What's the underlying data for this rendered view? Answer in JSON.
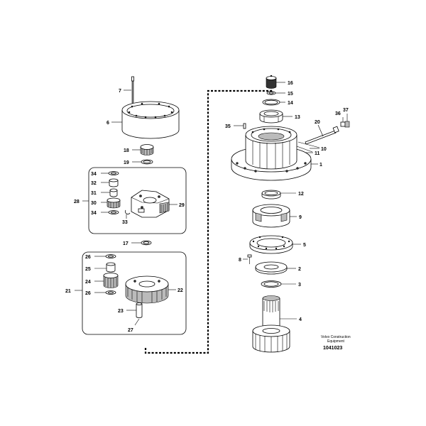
{
  "labels": {
    "p1": "1",
    "p2": "2",
    "p3": "3",
    "p4": "4",
    "p5": "5",
    "p6": "6",
    "p7": "7",
    "p8": "8",
    "p9": "9",
    "p10": "10",
    "p11": "11",
    "p12": "12",
    "p13": "13",
    "p14": "14",
    "p15": "15",
    "p16": "16",
    "p17": "17",
    "p18": "18",
    "p19": "19",
    "p20": "20",
    "p21": "21",
    "p22": "22",
    "p23": "23",
    "p24": "24",
    "p25": "25",
    "p26a": "26",
    "p26b": "26",
    "p27": "27",
    "p28": "28",
    "p29": "29",
    "p30": "30",
    "p31": "31",
    "p32": "32",
    "p33": "33",
    "p34a": "34",
    "p34b": "34",
    "p35": "35",
    "p36": "36",
    "p37": "37"
  },
  "footer": {
    "brand_line1": "Volvo Construction",
    "brand_line2": "Equipment",
    "drawing_number": "1041023"
  }
}
